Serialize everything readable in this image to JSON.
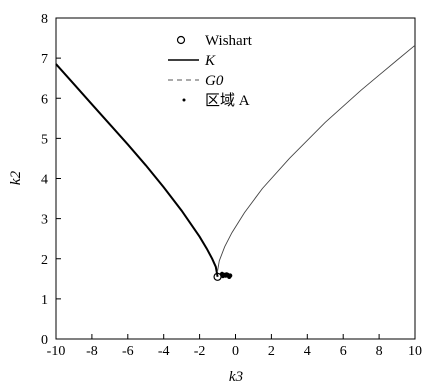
{
  "chart_data": {
    "type": "line",
    "xlabel": "k3",
    "ylabel": "k2",
    "xlim": [
      -10,
      10
    ],
    "ylim": [
      0,
      8
    ],
    "grid": false,
    "legend_position": "top-center",
    "xticks": [
      "-10",
      "-8",
      "-6",
      "-4",
      "-2",
      "0",
      "2",
      "4",
      "6",
      "8",
      "10"
    ],
    "yticks": [
      "0",
      "1",
      "2",
      "3",
      "4",
      "5",
      "6",
      "7",
      "8"
    ],
    "series": [
      {
        "name": "Wishart",
        "kind": "marker-open-circle",
        "x": [
          -1.0
        ],
        "y": [
          1.55
        ]
      },
      {
        "name": "K",
        "kind": "line-solid-thick",
        "x": [
          -10,
          -9,
          -8,
          -7,
          -6,
          -5,
          -4,
          -3,
          -2,
          -1.6,
          -1.3,
          -1.1,
          -1.0
        ],
        "y": [
          6.85,
          6.35,
          5.85,
          5.35,
          4.85,
          4.33,
          3.78,
          3.2,
          2.55,
          2.25,
          2.0,
          1.8,
          1.55
        ]
      },
      {
        "name": "G0",
        "kind": "line-thin",
        "x": [
          -1.0,
          -0.9,
          -0.6,
          -0.2,
          0.5,
          1.5,
          3,
          5,
          7,
          9,
          10
        ],
        "y": [
          1.7,
          1.95,
          2.3,
          2.65,
          3.15,
          3.75,
          4.5,
          5.4,
          6.2,
          6.95,
          7.32
        ]
      },
      {
        "name": "区域 A",
        "kind": "dots",
        "x": [
          -0.75,
          -0.65,
          -0.55,
          -0.45,
          -0.35,
          -0.3,
          -0.7,
          -0.5
        ],
        "y": [
          1.62,
          1.6,
          1.58,
          1.6,
          1.55,
          1.58,
          1.57,
          1.61
        ]
      }
    ]
  }
}
